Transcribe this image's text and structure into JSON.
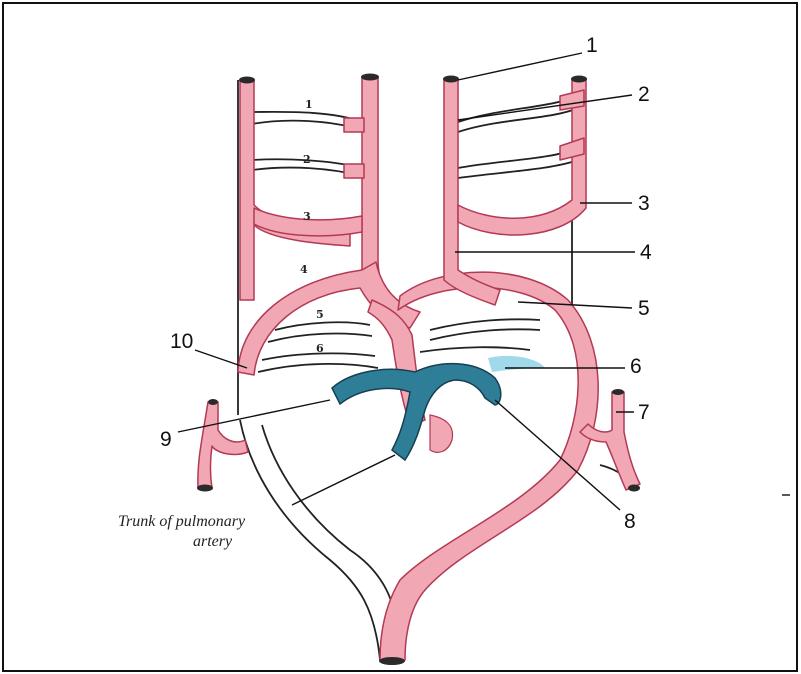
{
  "diagram": {
    "callouts": [
      "1",
      "2",
      "3",
      "4",
      "5",
      "6",
      "7",
      "8",
      "9",
      "10"
    ],
    "arch_numbers": [
      "1",
      "2",
      "3",
      "4",
      "5",
      "6"
    ],
    "caption": {
      "line1": "Trunk of pulmonary",
      "line2": "artery"
    },
    "colors": {
      "artery_fill": "#f2a7b4",
      "artery_edge": "#b23a55",
      "pulmonary_fill": "#2f7e97",
      "pulmonary_edge": "#173f52",
      "pulmonary_highlight": "#9fd9ea",
      "outline": "#222222",
      "vessel_end": "#2a2a2a",
      "background": "#ffffff"
    }
  }
}
